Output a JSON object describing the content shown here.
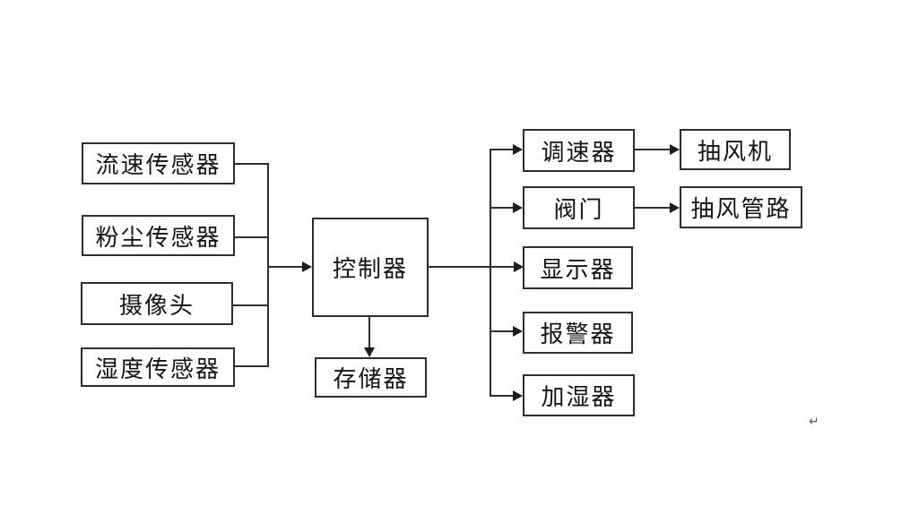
{
  "nodes": {
    "flow_sensor": {
      "label": "流速传感器"
    },
    "dust_sensor": {
      "label": "粉尘传感器"
    },
    "camera": {
      "label": "摄像头"
    },
    "humidity_sensor": {
      "label": "湿度传感器"
    },
    "controller": {
      "label": "控制器"
    },
    "memory": {
      "label": "存储器"
    },
    "governor": {
      "label": "调速器"
    },
    "exhaust_fan": {
      "label": "抽风机"
    },
    "valve": {
      "label": "阀门"
    },
    "exhaust_duct": {
      "label": "抽风管路"
    },
    "display": {
      "label": "显示器"
    },
    "alarm": {
      "label": "报警器"
    },
    "humidifier": {
      "label": "加湿器"
    }
  },
  "edges": [
    {
      "from": "flow_sensor",
      "to": "controller"
    },
    {
      "from": "dust_sensor",
      "to": "controller"
    },
    {
      "from": "camera",
      "to": "controller"
    },
    {
      "from": "humidity_sensor",
      "to": "controller"
    },
    {
      "from": "controller",
      "to": "memory"
    },
    {
      "from": "controller",
      "to": "governor"
    },
    {
      "from": "controller",
      "to": "valve"
    },
    {
      "from": "controller",
      "to": "display"
    },
    {
      "from": "controller",
      "to": "alarm"
    },
    {
      "from": "controller",
      "to": "humidifier"
    },
    {
      "from": "governor",
      "to": "exhaust_fan"
    },
    {
      "from": "valve",
      "to": "exhaust_duct"
    }
  ],
  "marks": {
    "return_glyph": "↵"
  },
  "colors": {
    "background": "#ffffff",
    "box_border": "#2e2e2e",
    "line": "#2e2e2e",
    "text": "#141414"
  }
}
